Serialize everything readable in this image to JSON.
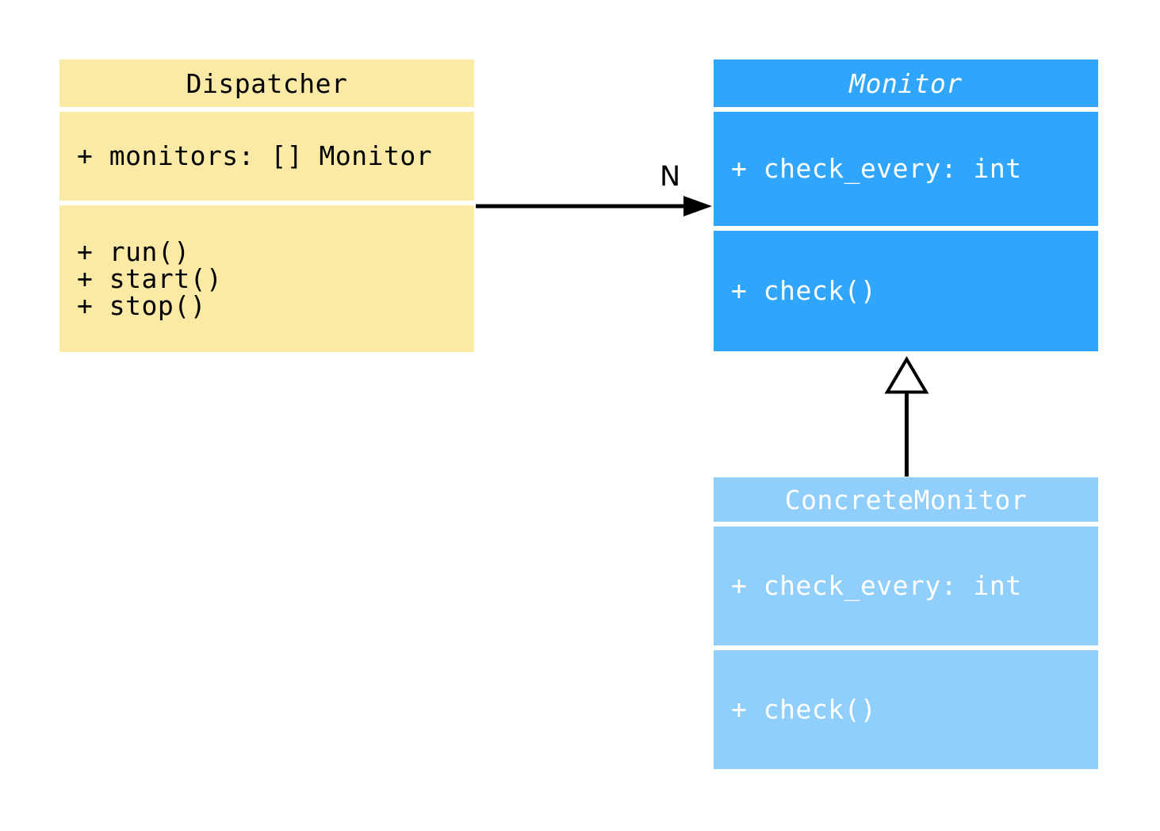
{
  "diagram": {
    "classes": [
      {
        "name": "Dispatcher",
        "abstract": false,
        "attributes": [
          "+ monitors: [] Monitor"
        ],
        "methods": [
          "+ run()",
          "+ start()",
          "+ stop()"
        ]
      },
      {
        "name": "Monitor",
        "abstract": true,
        "attributes": [
          "+ check_every: int"
        ],
        "methods": [
          "+ check()"
        ]
      },
      {
        "name": "ConcreteMonitor",
        "abstract": false,
        "attributes": [
          "+ check_every: int"
        ],
        "methods": [
          "+ check()"
        ]
      }
    ],
    "relations": [
      {
        "type": "association",
        "from": "Dispatcher",
        "to": "Monitor",
        "label": "N"
      },
      {
        "type": "generalization",
        "from": "ConcreteMonitor",
        "to": "Monitor"
      }
    ],
    "colors": {
      "dispatcher_fill": "#FBE9A6",
      "monitor_fill": "#2FA6FB",
      "concrete_monitor_fill": "#90CFFC",
      "dark_text": "#000000",
      "light_text": "#FFFFFF",
      "connector": "#000000",
      "background": "#FFFFFF"
    }
  }
}
